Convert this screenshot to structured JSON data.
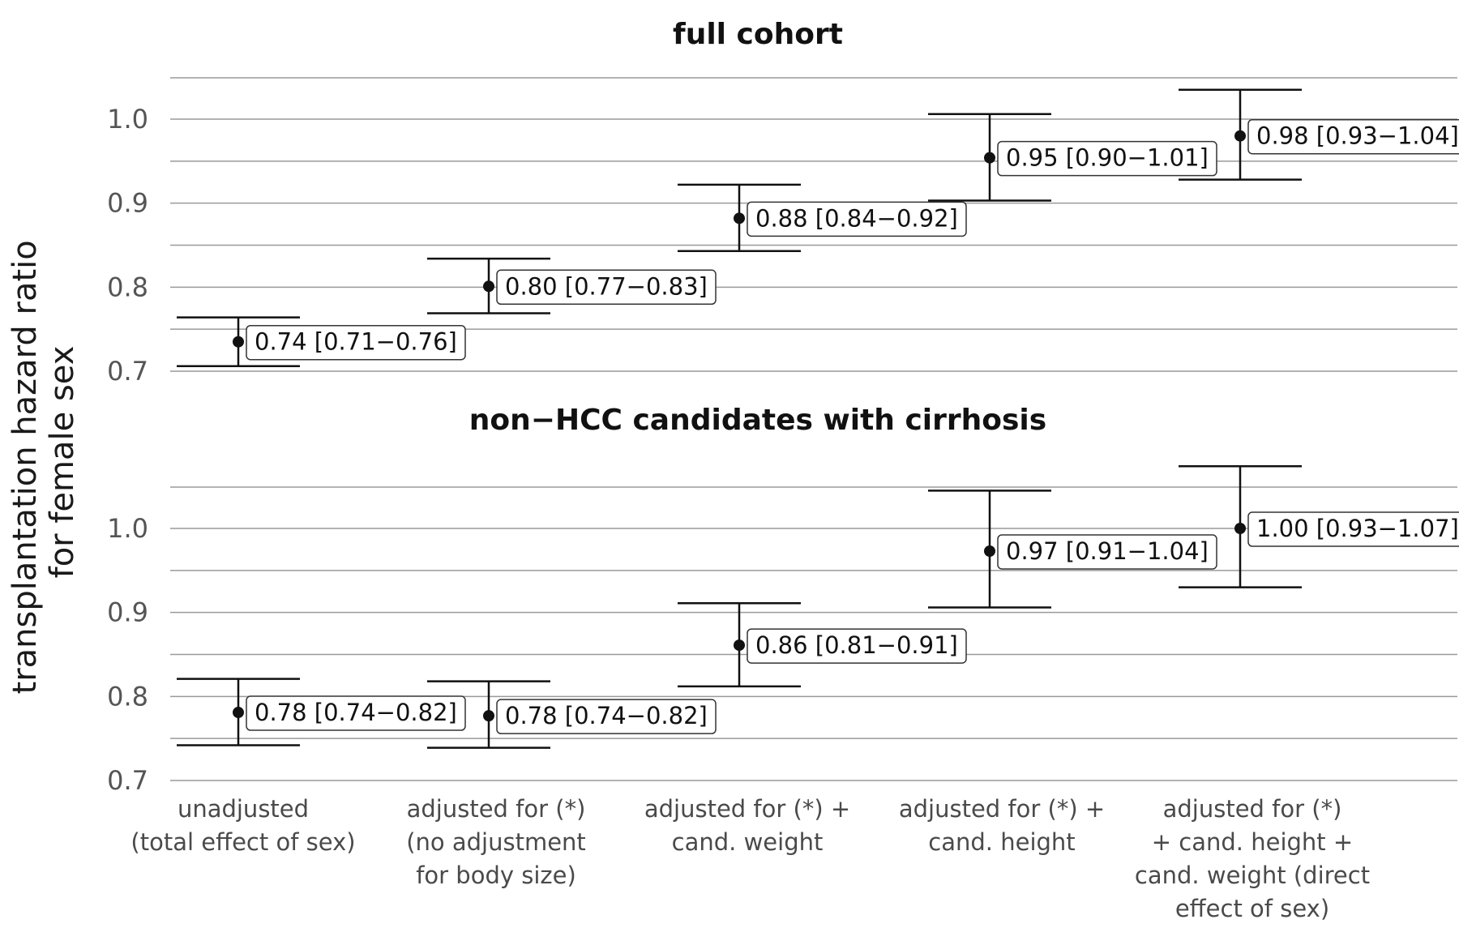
{
  "chart_data": {
    "type": "errorbar",
    "ylabel": [
      "transplantation hazard ratio",
      "for female sex"
    ],
    "categories": [
      [
        "unadjusted",
        "(total effect of sex)"
      ],
      [
        "adjusted for (*)",
        "(no adjustment",
        "for body size)"
      ],
      [
        "adjusted for (*) +",
        "cand. weight"
      ],
      [
        "adjusted for (*) +",
        "cand. height"
      ],
      [
        "adjusted for (*)",
        "+ cand. height +",
        "cand. weight (direct",
        "effect of sex)"
      ]
    ],
    "yticks": [
      "0.7",
      "0.8",
      "0.9",
      "1.0"
    ],
    "ylim": [
      0.7,
      1.05
    ],
    "grid": true,
    "panels": [
      {
        "title": "full cohort",
        "points": [
          {
            "est": 0.735,
            "lo": 0.706,
            "hi": 0.764,
            "label": "0.74 [0.71−0.76]"
          },
          {
            "est": 0.801,
            "lo": 0.769,
            "hi": 0.834,
            "label": "0.80 [0.77−0.83]"
          },
          {
            "est": 0.882,
            "lo": 0.843,
            "hi": 0.922,
            "label": "0.88 [0.84−0.92]"
          },
          {
            "est": 0.954,
            "lo": 0.903,
            "hi": 1.006,
            "label": "0.95 [0.90−1.01]"
          },
          {
            "est": 0.98,
            "lo": 0.928,
            "hi": 1.035,
            "label": "0.98 [0.93−1.04]"
          }
        ]
      },
      {
        "title": "non−HCC candidates with cirrhosis",
        "points": [
          {
            "est": 0.781,
            "lo": 0.742,
            "hi": 0.821,
            "label": "0.78 [0.74−0.82]"
          },
          {
            "est": 0.777,
            "lo": 0.739,
            "hi": 0.818,
            "label": "0.78 [0.74−0.82]"
          },
          {
            "est": 0.861,
            "lo": 0.812,
            "hi": 0.911,
            "label": "0.86 [0.81−0.91]"
          },
          {
            "est": 0.973,
            "lo": 0.906,
            "hi": 1.045,
            "label": "0.97 [0.91−1.04]"
          },
          {
            "est": 1.0,
            "lo": 0.93,
            "hi": 1.074,
            "label": "1.00 [0.93−1.07]"
          }
        ]
      }
    ]
  }
}
